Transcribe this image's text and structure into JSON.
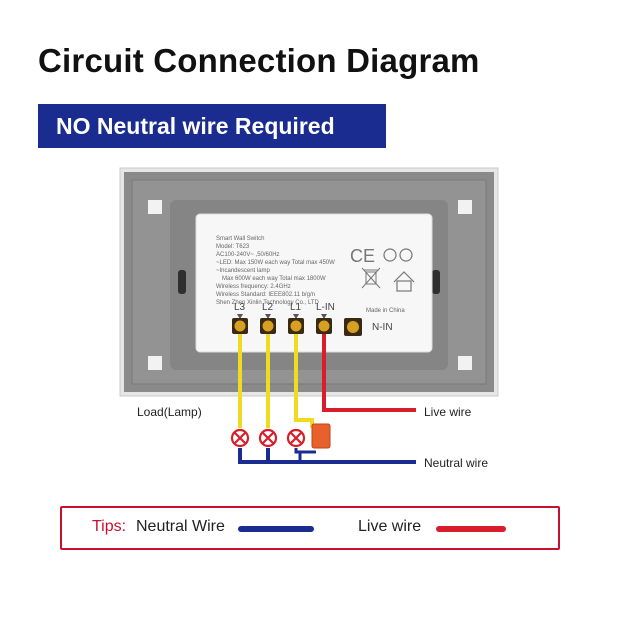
{
  "title": "Circuit Connection Diagram",
  "banner": "NO Neutral wire Required",
  "colors": {
    "banner": "#1a2c8f",
    "neutral": "#1a2c8f",
    "live": "#d81e2a",
    "load": "#f0dc1e",
    "tips_border": "#c8102e"
  },
  "switch_label": {
    "line1": "Smart Wall Switch",
    "line2": "Model: T623",
    "line3": "AC100-240V~ ,50/60Hz",
    "line4": "~LED: Max 150W each way   Total max 450W",
    "line5": "~Incandescent lamp",
    "line6": "Max 600W each way  Total max 1800W",
    "line7": "Wireless frequency: 2.4GHz",
    "line8": "Wireless Standard: IEEE802.11 b/g/n",
    "line9": "Shen Zhen Xinlin Technology Co., LTD",
    "made_in": "Made in China",
    "ce": "CE"
  },
  "terminals": {
    "l3": "L3",
    "l2": "L2",
    "l1": "L1",
    "lin": "L-IN",
    "nin": "N-IN"
  },
  "labels": {
    "load": "Load(Lamp)",
    "live_wire": "Live wire",
    "neutral_wire": "Neutral wire"
  },
  "tips": {
    "label": "Tips:",
    "neutral": "Neutral Wire",
    "live": "Live wire"
  }
}
